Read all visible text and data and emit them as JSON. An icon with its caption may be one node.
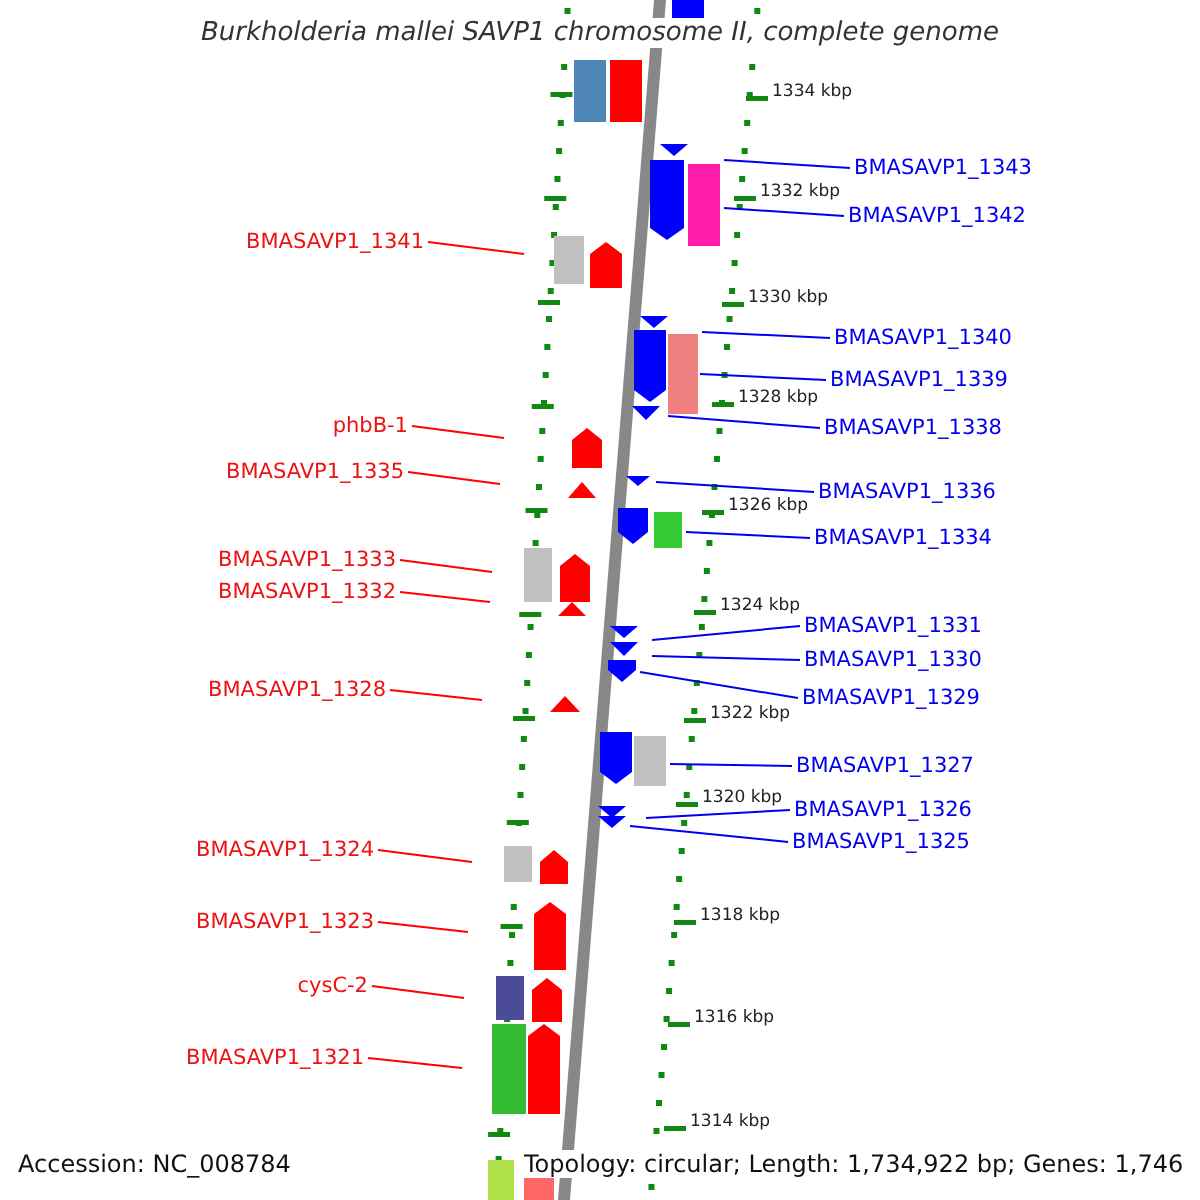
{
  "diagram": {
    "title": "Burkholderia mallei SAVP1 chromosome II, complete genome",
    "nodes": [
      {
        "text": [
          "BMASAVP1_1341"
        ]
      },
      {
        "text": [
          "phbB-1"
        ]
      },
      {
        "text": [
          "BMASAVP1_1335"
        ]
      },
      {
        "text": [
          "BMASAVP1_1333"
        ]
      },
      {
        "text": [
          "BMASAVP1_1332"
        ]
      },
      {
        "text": [
          "BMASAVP1_1328"
        ]
      },
      {
        "text": [
          "BMASAVP1_1324"
        ]
      },
      {
        "text": [
          "BMASAVP1_1323"
        ]
      },
      {
        "text": [
          "cysC-2"
        ]
      },
      {
        "text": [
          "BMASAVP1_1321"
        ]
      },
      {
        "text": [
          "BMASAVP1_1343"
        ]
      },
      {
        "text": [
          "BMASAVP1_1342"
        ]
      },
      {
        "text": [
          "BMASAVP1_1340"
        ]
      },
      {
        "text": [
          "BMASAVP1_1339"
        ]
      },
      {
        "text": [
          "BMASAVP1_1338"
        ]
      },
      {
        "text": [
          "BMASAVP1_1336"
        ]
      },
      {
        "text": [
          "BMASAVP1_1334"
        ]
      },
      {
        "text": [
          "BMASAVP1_1331"
        ]
      },
      {
        "text": [
          "BMASAVP1_1330"
        ]
      },
      {
        "text": [
          "BMASAVP1_1329"
        ]
      },
      {
        "text": [
          "BMASAVP1_1327"
        ]
      },
      {
        "text": [
          "BMASAVP1_1326"
        ]
      },
      {
        "text": [
          "BMASAVP1_1325"
        ]
      }
    ],
    "edges": [
      {
        "from": 0,
        "to": null,
        "arrow": "none",
        "color": "#ff0000"
      },
      {
        "from": 1,
        "to": null,
        "arrow": "none",
        "color": "#ff0000"
      },
      {
        "from": 2,
        "to": null,
        "arrow": "none",
        "color": "#ff0000"
      },
      {
        "from": 3,
        "to": null,
        "arrow": "none",
        "color": "#ff0000"
      },
      {
        "from": 4,
        "to": null,
        "arrow": "none",
        "color": "#ff0000"
      },
      {
        "from": 5,
        "to": null,
        "arrow": "none",
        "color": "#ff0000"
      },
      {
        "from": 6,
        "to": null,
        "arrow": "none",
        "color": "#ff0000"
      },
      {
        "from": 7,
        "to": null,
        "arrow": "none",
        "color": "#ff0000"
      },
      {
        "from": 8,
        "to": null,
        "arrow": "none",
        "color": "#ff0000"
      },
      {
        "from": 9,
        "to": null,
        "arrow": "none",
        "color": "#ff0000"
      },
      {
        "from": 10,
        "to": null,
        "arrow": "none"
      },
      {
        "from": 11,
        "to": null,
        "arrow": "none"
      },
      {
        "from": 12,
        "to": null,
        "arrow": "none"
      },
      {
        "from": 13,
        "to": null,
        "arrow": "none"
      },
      {
        "from": 14,
        "to": null,
        "arrow": "none"
      },
      {
        "from": 15,
        "to": null,
        "arrow": "none"
      },
      {
        "from": 16,
        "to": null,
        "arrow": "none"
      },
      {
        "from": 17,
        "to": null,
        "arrow": "none"
      },
      {
        "from": 18,
        "to": null,
        "arrow": "none"
      },
      {
        "from": 19,
        "to": null,
        "arrow": "none"
      },
      {
        "from": 20,
        "to": null,
        "arrow": "none"
      },
      {
        "from": 21,
        "to": null,
        "arrow": "none"
      },
      {
        "from": 22,
        "to": null,
        "arrow": "none"
      }
    ],
    "labels": [
      "1334 kbp",
      "1332 kbp",
      "1330 kbp",
      "1328 kbp",
      "1326 kbp",
      "1324 kbp",
      "1322 kbp",
      "1320 kbp",
      "1318 kbp",
      "1316 kbp",
      "1314 kbp",
      "Accession: NC_008784",
      "Topology: circular; Length: 1,734,922 bp; Genes: 1,746"
    ]
  }
}
